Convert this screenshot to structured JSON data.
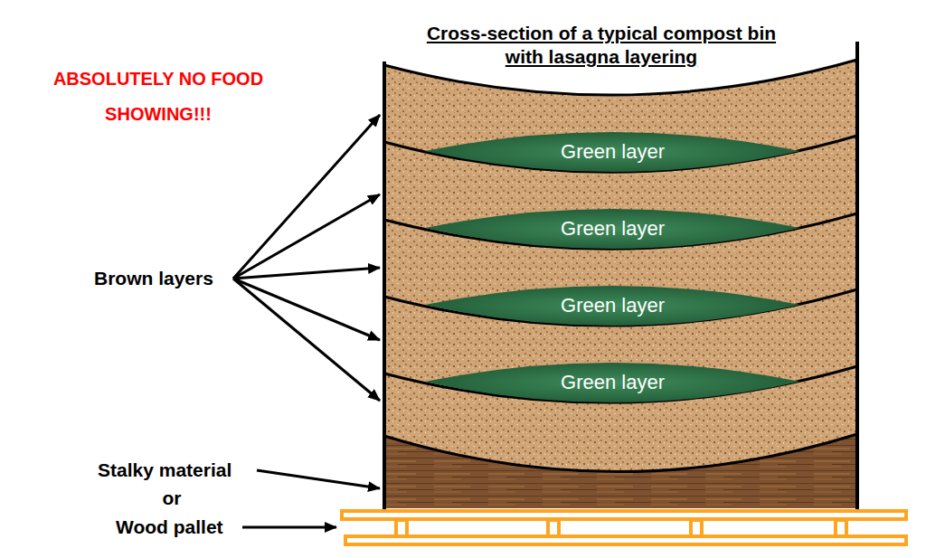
{
  "diagram": {
    "title": "Cross-section of a typical compost bin with lasagna layering",
    "nodes": [
      {
        "text": [
          "Green layer"
        ]
      },
      {
        "text": [
          "Green layer"
        ]
      },
      {
        "text": [
          "Green layer"
        ]
      },
      {
        "text": [
          "Green layer"
        ]
      }
    ],
    "labels": [
      "ABSOLUTELY NO FOOD SHOWING!!!",
      "Brown layers",
      "Stalky material",
      "or",
      "Wood pallet"
    ]
  }
}
